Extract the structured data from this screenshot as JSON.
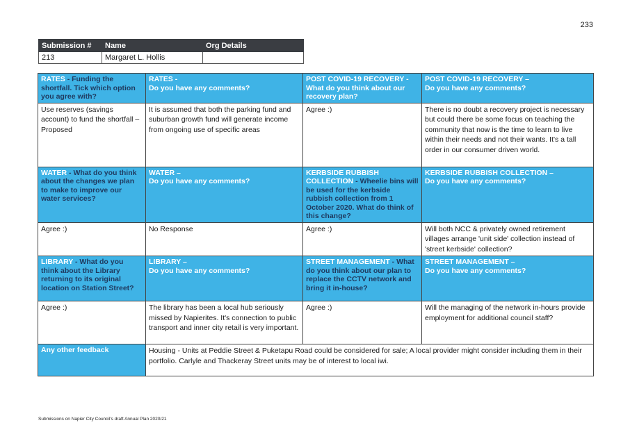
{
  "page_number": "233",
  "submission": {
    "headers": [
      "Submission #",
      "Name",
      "Org Details"
    ],
    "values": [
      "213",
      "Margaret L. Hollis",
      ""
    ]
  },
  "sections": [
    {
      "q1_title": "RATES",
      "q1_sub": " - Funding the shortfall. Tick which option you agree with?",
      "q2_title": "RATES -",
      "q2_sub": "Do you have any comments?",
      "q3_title": "POST COVID-19 RECOVERY -",
      "q3_sub": "What do you think about our recovery plan?",
      "q4_title": "POST COVID-19 RECOVERY –",
      "q4_sub": "Do you have any comments?",
      "a1": "Use reserves (savings account) to fund the shortfall – Proposed",
      "a2": "It is assumed that both the parking fund and suburban growth fund will generate income from ongoing use of specific areas",
      "a3": "Agree :)",
      "a4": "There is no doubt a recovery project is necessary but could there be some focus on teaching the community that now is the time to learn to live within their needs and not their wants. It's a tall order in our consumer driven world."
    },
    {
      "q1_title": "WATER",
      "q1_sub": " - What do you think about the changes we plan to make to improve our water services?",
      "q2_title": "WATER –",
      "q2_sub": "Do you have any comments?",
      "q3_title": "KERBSIDE RUBBISH COLLECTION",
      "q3_sub": " - Wheelie bins will be used for the kerbside rubbish collection from 1 October 2020. What do think of this change?",
      "q4_title": "KERBSIDE RUBBISH COLLECTION –",
      "q4_sub": "Do you have any comments?",
      "a1": "Agree :)",
      "a2": "No Response",
      "a3": "Agree :)",
      "a4": "Will both NCC & privately owned retirement villages arrange 'unit side' collection instead of 'street kerbside' collection?"
    },
    {
      "q1_title": "LIBRARY",
      "q1_sub": " - What do you think about the Library returning to its original location on Station Street?",
      "q2_title": "LIBRARY –",
      "q2_sub": "Do you have any comments?",
      "q3_title": "STREET MANAGEMENT",
      "q3_sub": " - What do you think about our plan to replace the CCTV network and bring it in-house?",
      "q4_title": "STREET MANAGEMENT –",
      "q4_sub": "Do you have any comments?",
      "a1": "Agree :)",
      "a2": "The library has been a local hub seriously missed by Napierites. It's connection to public transport and inner city retail is very important.",
      "a3": "Agree :)",
      "a4": "Will the managing of the network in-hours provide employment for additional council staff?"
    }
  ],
  "other_feedback": {
    "label": "Any other feedback",
    "value": "Housing - Units at Peddie Street & Puketapu Road could be considered for sale; A local provider might consider including them in their portfolio. Carlyle and Thackeray Street units may be of interest to local iwi."
  },
  "footer": "Submissions on Napier City Council's draft Annual Plan 2020/21"
}
